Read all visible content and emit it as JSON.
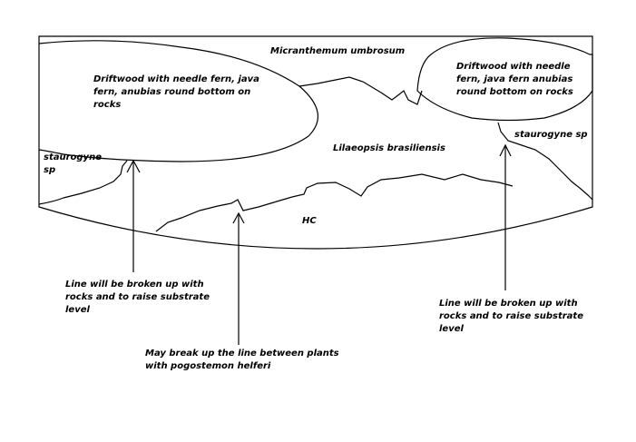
{
  "colors": {
    "ink": "#000000",
    "paper": "#ffffff"
  },
  "labels": {
    "micranthemum": "Micranthemum umbrosum",
    "driftwood_left": "Driftwood with needle fern, java fern, anubias round bottom on rocks",
    "driftwood_right": "Driftwood with needle fern, java fern anubias round bottom on rocks",
    "staurogyne_left": "staurogyne sp",
    "staurogyne_right": "staurogyne sp",
    "lilaeopsis": "Lilaeopsis brasiliensis",
    "hc": "HC",
    "note_left": "Line will be broken up with rocks and to raise substrate level",
    "note_middle": "May break up the line between plants with pogostemon helferi",
    "note_right": "Line will be broken up with rocks and to raise substrate level"
  }
}
